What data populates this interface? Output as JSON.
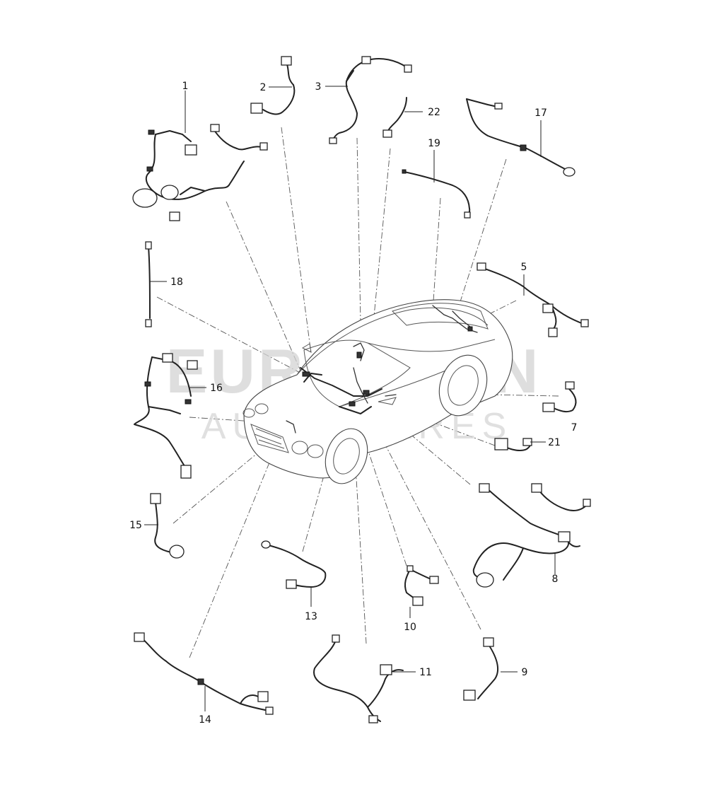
{
  "diagram": {
    "watermark": {
      "line1": "EUROPEAN",
      "line2": "AUTOSPARES"
    },
    "parts": [
      {
        "num": "1"
      },
      {
        "num": "2"
      },
      {
        "num": "3"
      },
      {
        "num": "22"
      },
      {
        "num": "17"
      },
      {
        "num": "19"
      },
      {
        "num": "18"
      },
      {
        "num": "5"
      },
      {
        "num": "16"
      },
      {
        "num": "7"
      },
      {
        "num": "21"
      },
      {
        "num": "15"
      },
      {
        "num": "8"
      },
      {
        "num": "13"
      },
      {
        "num": "10"
      },
      {
        "num": "14"
      },
      {
        "num": "11"
      },
      {
        "num": "9"
      }
    ]
  }
}
